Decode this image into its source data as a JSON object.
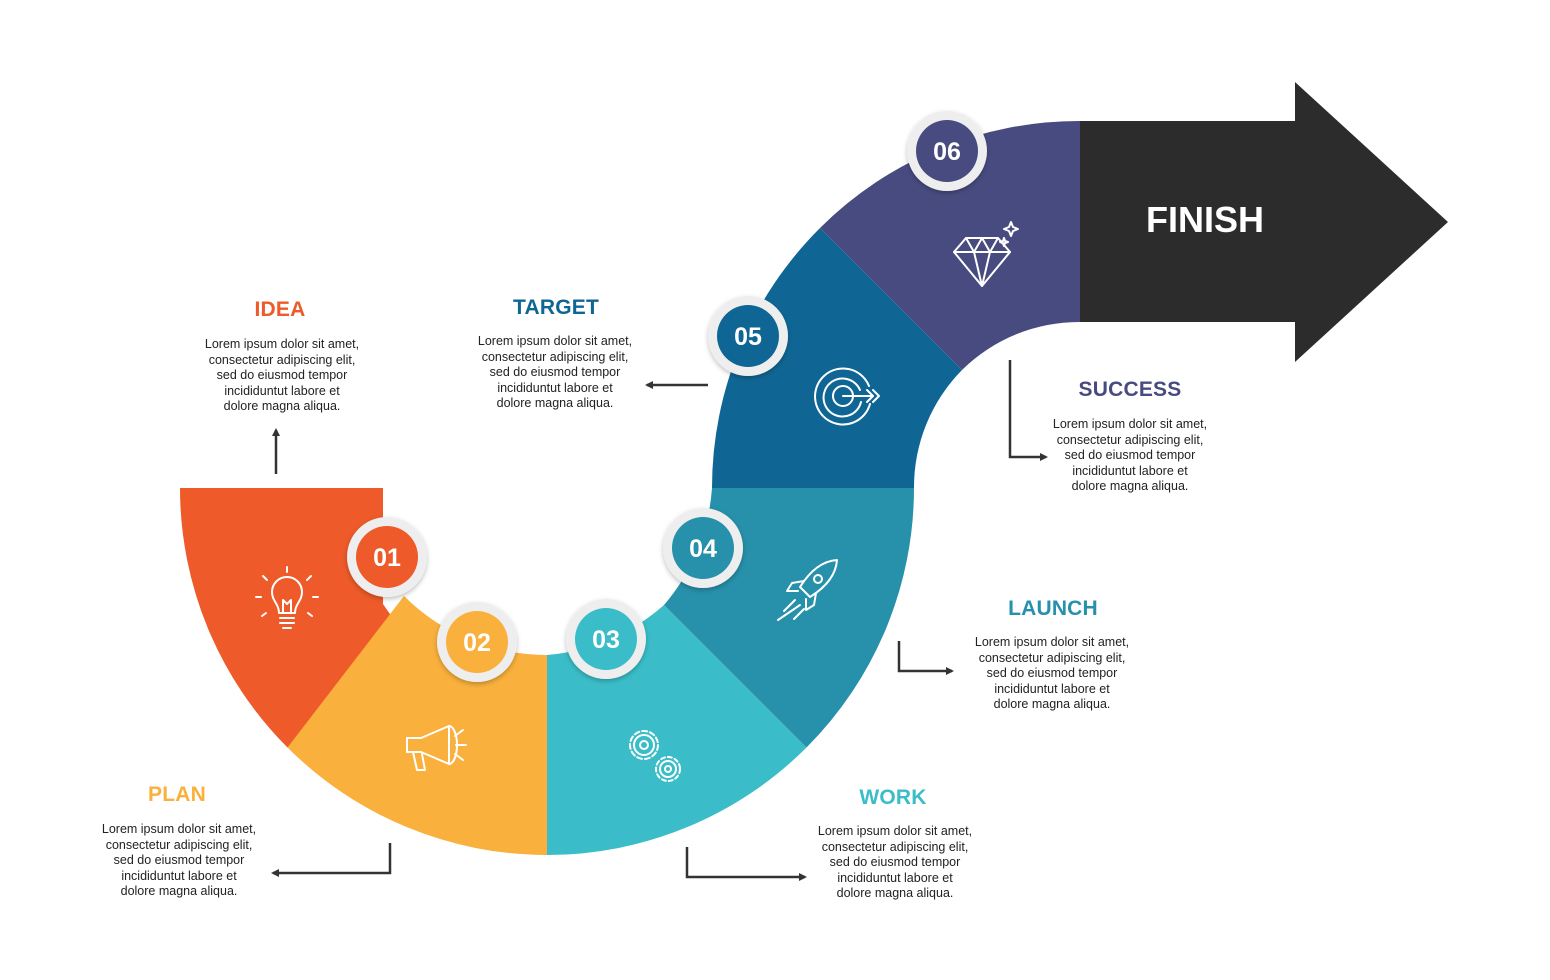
{
  "finish_label": "FINISH",
  "colors": {
    "idea": "#ee5a29",
    "plan": "#f9b03c",
    "work": "#3abdc8",
    "launch": "#2790aa",
    "target": "#0f6694",
    "success": "#484b7f",
    "arrow": "#2c2c2c",
    "connector": "#333333"
  },
  "steps": [
    {
      "number": "01",
      "title": "IDEA",
      "icon": "lightbulb-icon",
      "lines": [
        "Lorem ipsum dolor sit amet,",
        "consectetur adipiscing elit,",
        "sed do eiusmod tempor",
        "incididuntut labore et",
        "dolore magna aliqua."
      ]
    },
    {
      "number": "02",
      "title": "PLAN",
      "icon": "megaphone-icon",
      "lines": [
        "Lorem ipsum dolor sit amet,",
        "consectetur adipiscing elit,",
        "sed do eiusmod tempor",
        "incididuntut labore et",
        "dolore magna aliqua."
      ]
    },
    {
      "number": "03",
      "title": "WORK",
      "icon": "gears-icon",
      "lines": [
        "Lorem ipsum dolor sit amet,",
        "consectetur adipiscing elit,",
        "sed do eiusmod tempor",
        "incididuntut labore et",
        "dolore magna aliqua."
      ]
    },
    {
      "number": "04",
      "title": "LAUNCH",
      "icon": "rocket-icon",
      "lines": [
        "Lorem ipsum dolor sit amet,",
        "consectetur adipiscing elit,",
        "sed do eiusmod tempor",
        "incididuntut labore et",
        "dolore magna aliqua."
      ]
    },
    {
      "number": "05",
      "title": "TARGET",
      "icon": "target-icon",
      "lines": [
        "Lorem ipsum dolor sit amet,",
        "consectetur adipiscing elit,",
        "sed do eiusmod tempor",
        "incididuntut labore et",
        "dolore magna aliqua."
      ]
    },
    {
      "number": "06",
      "title": "SUCCESS",
      "icon": "diamond-icon",
      "lines": [
        "Lorem ipsum dolor sit amet,",
        "consectetur adipiscing elit,",
        "sed do eiusmod tempor",
        "incididuntut labore et",
        "dolore magna aliqua."
      ]
    }
  ]
}
